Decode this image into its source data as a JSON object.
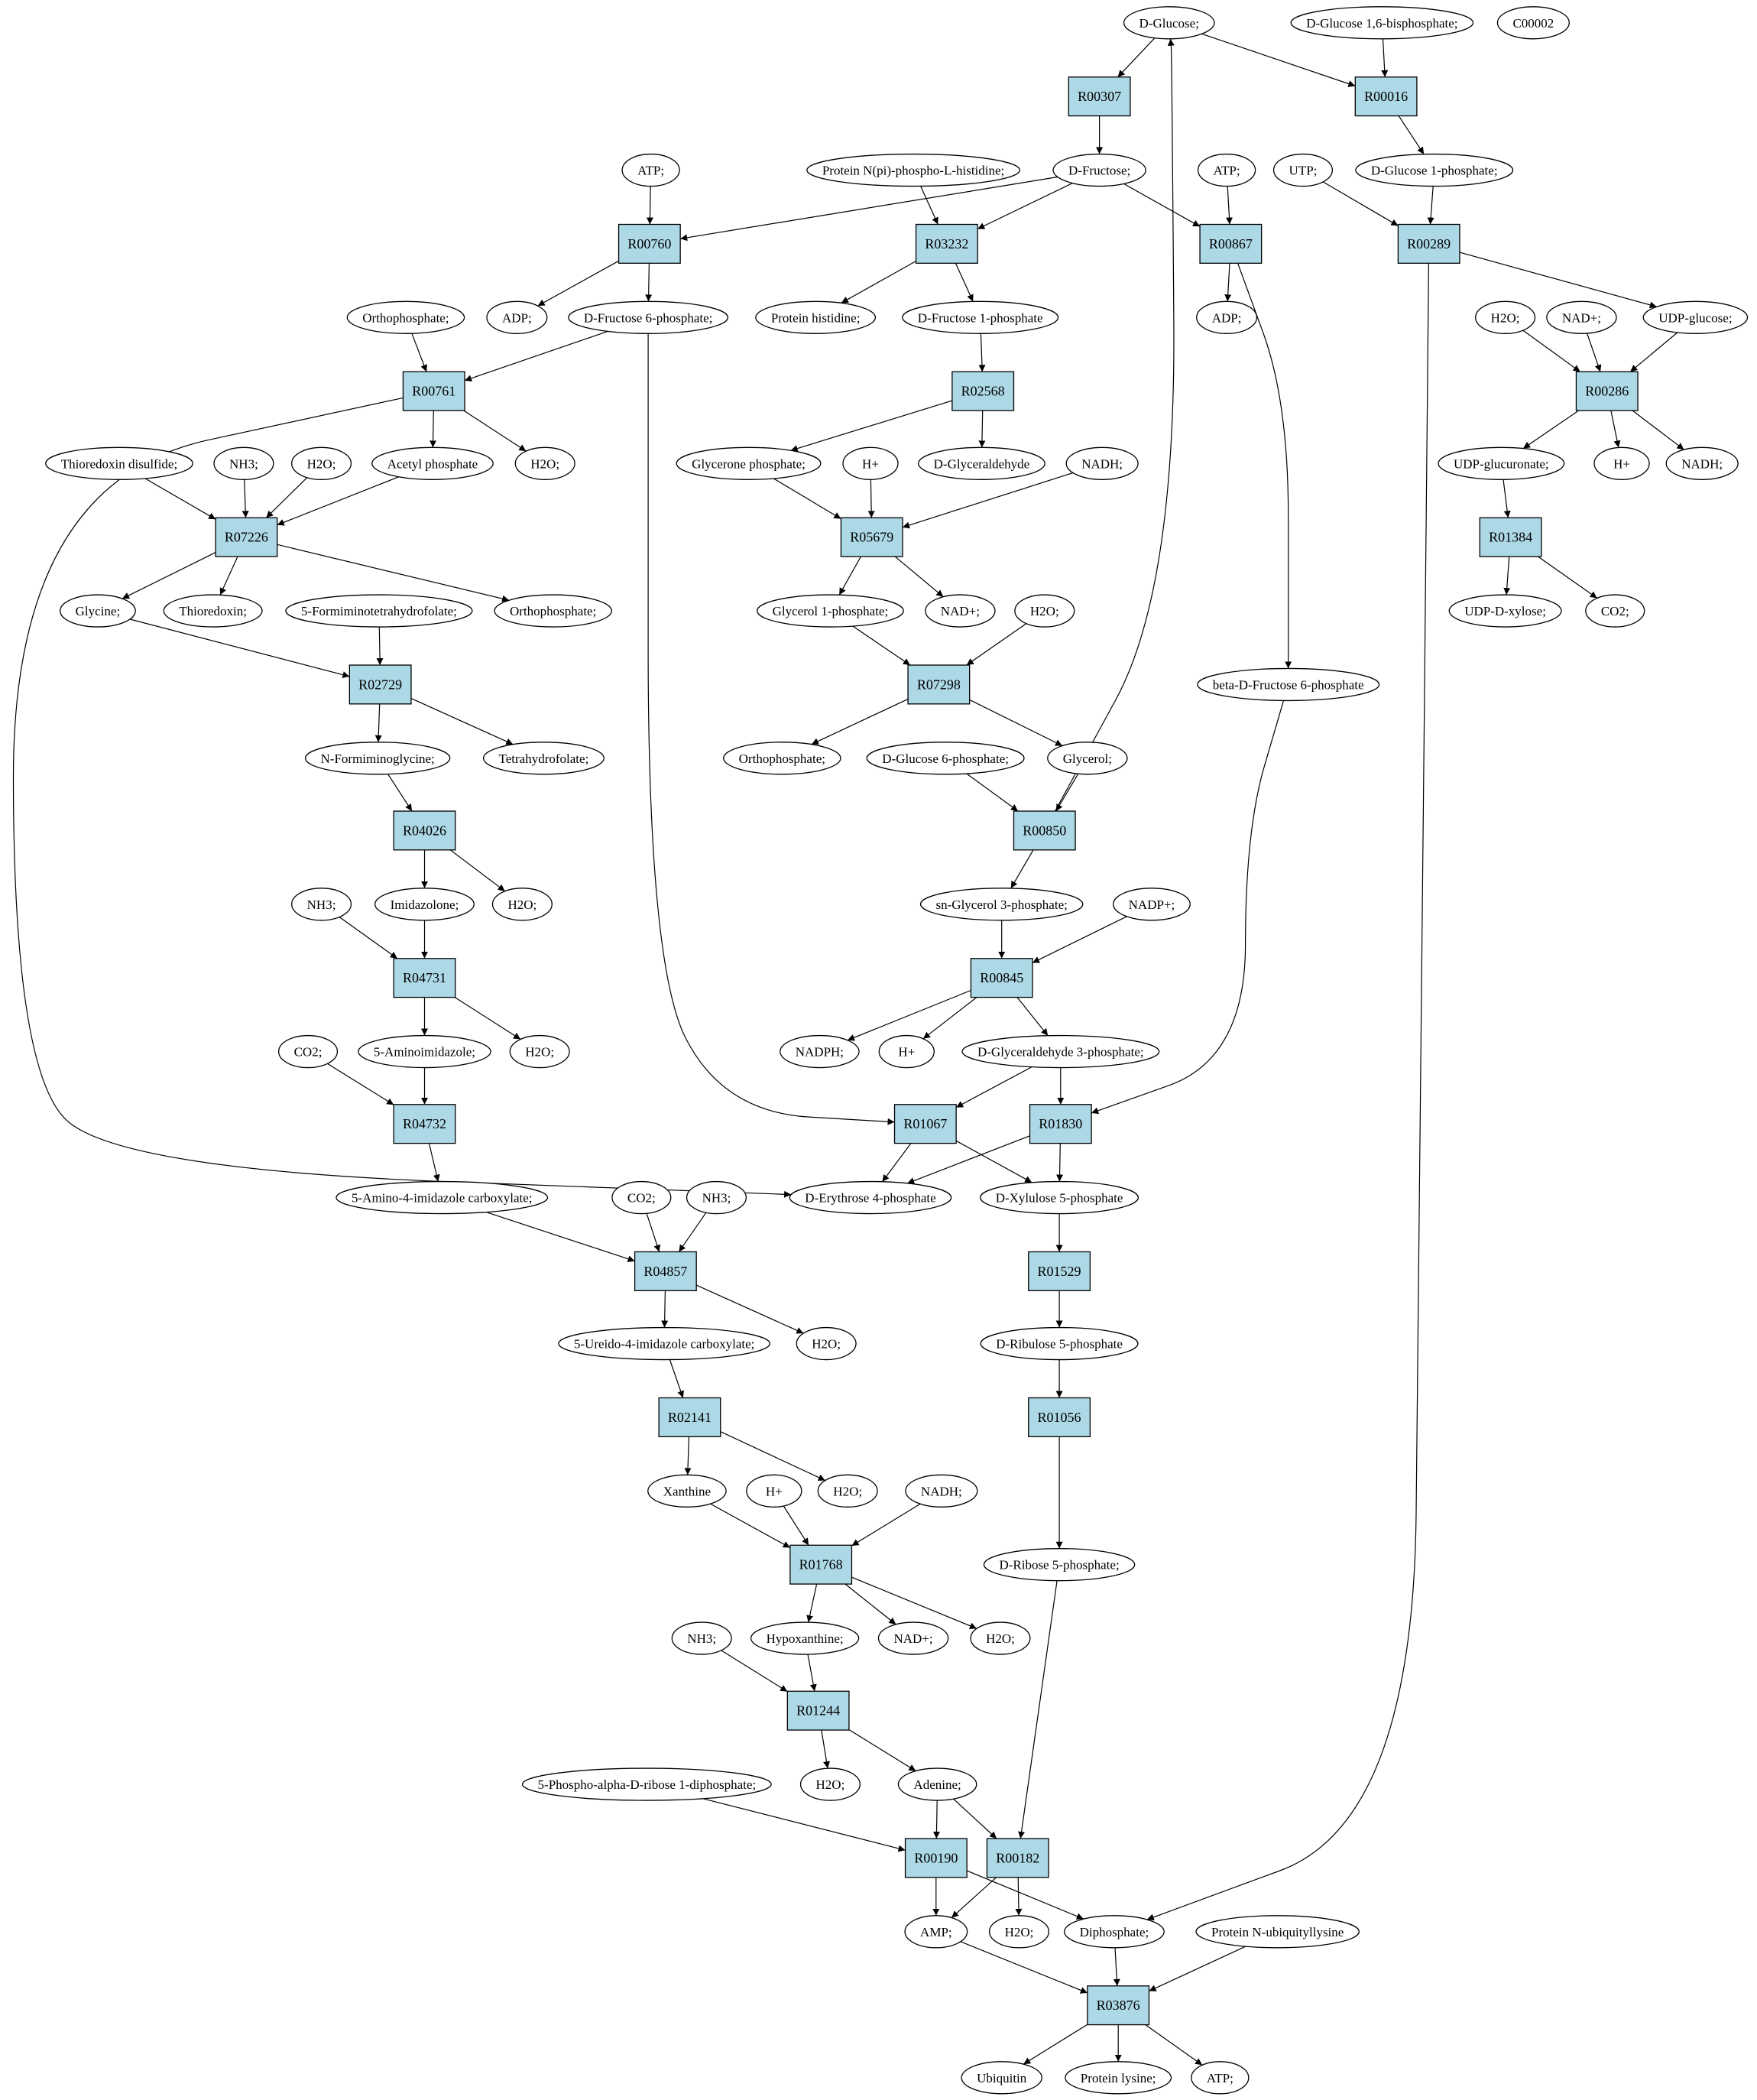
{
  "colors": {
    "reaction_fill": "#add8e6",
    "highlight_green": "#00ff00",
    "highlight_yellow": "#ffff00",
    "stroke": "#000000",
    "background": "#ffffff"
  },
  "metabolites": [
    {
      "id": "glc",
      "label": "D-Glucose;",
      "highlight": "green"
    },
    {
      "id": "g16bp",
      "label": "D-Glucose 1,6-bisphosphate;"
    },
    {
      "id": "c00002",
      "label": "C00002",
      "highlight": "yellow"
    },
    {
      "id": "atp1",
      "label": "ATP;"
    },
    {
      "id": "pnph",
      "label": "Protein N(pi)-phospho-L-histidine;"
    },
    {
      "id": "fru",
      "label": "D-Fructose;"
    },
    {
      "id": "atp2",
      "label": "ATP;"
    },
    {
      "id": "utp",
      "label": "UTP;"
    },
    {
      "id": "g1p",
      "label": "D-Glucose 1-phosphate;"
    },
    {
      "id": "adp1",
      "label": "ADP;"
    },
    {
      "id": "f6p",
      "label": "D-Fructose 6-phosphate;"
    },
    {
      "id": "phis",
      "label": "Protein histidine;"
    },
    {
      "id": "f1p",
      "label": "D-Fructose 1-phosphate"
    },
    {
      "id": "adp2",
      "label": "ADP;"
    },
    {
      "id": "pi1",
      "label": "Orthophosphate;"
    },
    {
      "id": "h2o_a",
      "label": "H2O;"
    },
    {
      "id": "nadp_a",
      "label": "NAD+;"
    },
    {
      "id": "udpg",
      "label": "UDP-glucose;"
    },
    {
      "id": "thiods",
      "label": "Thioredoxin disulfide;"
    },
    {
      "id": "nh3_1",
      "label": "NH3;"
    },
    {
      "id": "h2o_1",
      "label": "H2O;"
    },
    {
      "id": "acp",
      "label": "Acetyl phosphate"
    },
    {
      "id": "h2o_2",
      "label": "H2O;"
    },
    {
      "id": "dhap",
      "label": "Glycerone phosphate;"
    },
    {
      "id": "h_1",
      "label": "H+"
    },
    {
      "id": "gald",
      "label": "D-Glyceraldehyde"
    },
    {
      "id": "nadh_1",
      "label": "NADH;"
    },
    {
      "id": "udpgla",
      "label": "UDP-glucuronate;"
    },
    {
      "id": "h_2",
      "label": "H+"
    },
    {
      "id": "nadh_2",
      "label": "NADH;"
    },
    {
      "id": "gly",
      "label": "Glycine;"
    },
    {
      "id": "thio",
      "label": "Thioredoxin;"
    },
    {
      "id": "fthf",
      "label": "5-Formiminotetrahydrofolate;"
    },
    {
      "id": "pi2",
      "label": "Orthophosphate;"
    },
    {
      "id": "g1p_gol",
      "label": "Glycerol 1-phosphate;"
    },
    {
      "id": "nad_1",
      "label": "NAD+;"
    },
    {
      "id": "h2o_3",
      "label": "H2O;"
    },
    {
      "id": "udpxyl",
      "label": "UDP-D-xylose;"
    },
    {
      "id": "co2_1",
      "label": "CO2;"
    },
    {
      "id": "bf6p",
      "label": "beta-D-Fructose 6-phosphate"
    },
    {
      "id": "nfgly",
      "label": "N-Formiminoglycine;"
    },
    {
      "id": "thf",
      "label": "Tetrahydrofolate;"
    },
    {
      "id": "pi3",
      "label": "Orthophosphate;"
    },
    {
      "id": "g6p",
      "label": "D-Glucose 6-phosphate;"
    },
    {
      "id": "glyc",
      "label": "Glycerol;"
    },
    {
      "id": "nh3_2",
      "label": "NH3;"
    },
    {
      "id": "imid",
      "label": "Imidazolone;"
    },
    {
      "id": "h2o_4",
      "label": "H2O;"
    },
    {
      "id": "sng3p",
      "label": "sn-Glycerol 3-phosphate;"
    },
    {
      "id": "nadp_1",
      "label": "NADP+;"
    },
    {
      "id": "co2_2",
      "label": "CO2;"
    },
    {
      "id": "aimid",
      "label": "5-Aminoimidazole;"
    },
    {
      "id": "h2o_5",
      "label": "H2O;"
    },
    {
      "id": "nadph",
      "label": "NADPH;"
    },
    {
      "id": "h_3",
      "label": "H+"
    },
    {
      "id": "gap",
      "label": "D-Glyceraldehyde 3-phosphate;"
    },
    {
      "id": "aica",
      "label": "5-Amino-4-imidazole carboxylate;"
    },
    {
      "id": "e4p",
      "label": "D-Erythrose 4-phosphate"
    },
    {
      "id": "xu5p",
      "label": "D-Xylulose 5-phosphate"
    },
    {
      "id": "co2_3",
      "label": "CO2;"
    },
    {
      "id": "nh3_3",
      "label": "NH3;"
    },
    {
      "id": "uica",
      "label": "5-Ureido-4-imidazole carboxylate;"
    },
    {
      "id": "h2o_6",
      "label": "H2O;"
    },
    {
      "id": "ru5p",
      "label": "D-Ribulose 5-phosphate"
    },
    {
      "id": "xan",
      "label": "Xanthine"
    },
    {
      "id": "h_4",
      "label": "H+"
    },
    {
      "id": "h2o_7",
      "label": "H2O;"
    },
    {
      "id": "nadh_3",
      "label": "NADH;"
    },
    {
      "id": "r5p",
      "label": "D-Ribose 5-phosphate;"
    },
    {
      "id": "nh3_4",
      "label": "NH3;"
    },
    {
      "id": "hyp",
      "label": "Hypoxanthine;"
    },
    {
      "id": "nad_2",
      "label": "NAD+;"
    },
    {
      "id": "h2o_8",
      "label": "H2O;"
    },
    {
      "id": "prpp",
      "label": "5-Phospho-alpha-D-ribose 1-diphosphate;"
    },
    {
      "id": "h2o_9",
      "label": "H2O;"
    },
    {
      "id": "ade",
      "label": "Adenine;"
    },
    {
      "id": "amp",
      "label": "AMP;"
    },
    {
      "id": "h2o_10",
      "label": "H2O;"
    },
    {
      "id": "ppi",
      "label": "Diphosphate;"
    },
    {
      "id": "pnub",
      "label": "Protein N-ubiquityllysine"
    },
    {
      "id": "ubq",
      "label": "Ubiquitin"
    },
    {
      "id": "plys",
      "label": "Protein lysine;"
    },
    {
      "id": "atp3",
      "label": "ATP;"
    }
  ],
  "reactions": [
    {
      "id": "R00307",
      "label": "R00307"
    },
    {
      "id": "R00016",
      "label": "R00016"
    },
    {
      "id": "R00760",
      "label": "R00760"
    },
    {
      "id": "R03232",
      "label": "R03232"
    },
    {
      "id": "R00867",
      "label": "R00867"
    },
    {
      "id": "R00289",
      "label": "R00289"
    },
    {
      "id": "R00761",
      "label": "R00761"
    },
    {
      "id": "R02568",
      "label": "R02568"
    },
    {
      "id": "R00286",
      "label": "R00286"
    },
    {
      "id": "R07226",
      "label": "R07226"
    },
    {
      "id": "R05679",
      "label": "R05679"
    },
    {
      "id": "R01384",
      "label": "R01384"
    },
    {
      "id": "R02729",
      "label": "R02729"
    },
    {
      "id": "R07298",
      "label": "R07298"
    },
    {
      "id": "R04026",
      "label": "R04026"
    },
    {
      "id": "R00850",
      "label": "R00850"
    },
    {
      "id": "R04731",
      "label": "R04731"
    },
    {
      "id": "R00845",
      "label": "R00845"
    },
    {
      "id": "R04732",
      "label": "R04732"
    },
    {
      "id": "R01067",
      "label": "R01067"
    },
    {
      "id": "R01830",
      "label": "R01830"
    },
    {
      "id": "R04857",
      "label": "R04857"
    },
    {
      "id": "R01529",
      "label": "R01529"
    },
    {
      "id": "R02141",
      "label": "R02141"
    },
    {
      "id": "R01056",
      "label": "R01056"
    },
    {
      "id": "R01768",
      "label": "R01768"
    },
    {
      "id": "R01244",
      "label": "R01244"
    },
    {
      "id": "R00190",
      "label": "R00190"
    },
    {
      "id": "R00182",
      "label": "R00182"
    },
    {
      "id": "R03876",
      "label": "R03876"
    }
  ],
  "edges": [
    [
      "glc",
      "R00307"
    ],
    [
      "R00307",
      "fru"
    ],
    [
      "glc",
      "R00016"
    ],
    [
      "g16bp",
      "R00016"
    ],
    [
      "R00016",
      "g1p"
    ],
    [
      "atp1",
      "R00760"
    ],
    [
      "fru",
      "R00760"
    ],
    [
      "R00760",
      "adp1"
    ],
    [
      "R00760",
      "f6p"
    ],
    [
      "pnph",
      "R03232"
    ],
    [
      "fru",
      "R03232"
    ],
    [
      "R03232",
      "phis"
    ],
    [
      "R03232",
      "f1p"
    ],
    [
      "fru",
      "R00867"
    ],
    [
      "atp2",
      "R00867"
    ],
    [
      "R00867",
      "adp2"
    ],
    [
      "R00867",
      "bf6p"
    ],
    [
      "utp",
      "R00289"
    ],
    [
      "g1p",
      "R00289"
    ],
    [
      "R00289",
      "udpg"
    ],
    [
      "R00289",
      "ppi"
    ],
    [
      "pi1",
      "R00761"
    ],
    [
      "f6p",
      "R00761"
    ],
    [
      "R00761",
      "acp"
    ],
    [
      "R00761",
      "h2o_2"
    ],
    [
      "R00761",
      "e4p"
    ],
    [
      "f1p",
      "R02568"
    ],
    [
      "R02568",
      "dhap"
    ],
    [
      "R02568",
      "gald"
    ],
    [
      "h2o_a",
      "R00286"
    ],
    [
      "nadp_a",
      "R00286"
    ],
    [
      "udpg",
      "R00286"
    ],
    [
      "R00286",
      "udpgla"
    ],
    [
      "R00286",
      "h_2"
    ],
    [
      "R00286",
      "nadh_2"
    ],
    [
      "thiods",
      "R07226"
    ],
    [
      "nh3_1",
      "R07226"
    ],
    [
      "h2o_1",
      "R07226"
    ],
    [
      "acp",
      "R07226"
    ],
    [
      "R07226",
      "gly"
    ],
    [
      "R07226",
      "thio"
    ],
    [
      "R07226",
      "pi2"
    ],
    [
      "dhap",
      "R05679"
    ],
    [
      "h_1",
      "R05679"
    ],
    [
      "nadh_1",
      "R05679"
    ],
    [
      "R05679",
      "g1p_gol"
    ],
    [
      "R05679",
      "nad_1"
    ],
    [
      "udpgla",
      "R01384"
    ],
    [
      "R01384",
      "udpxyl"
    ],
    [
      "R01384",
      "co2_1"
    ],
    [
      "gly",
      "R02729"
    ],
    [
      "fthf",
      "R02729"
    ],
    [
      "R02729",
      "nfgly"
    ],
    [
      "R02729",
      "thf"
    ],
    [
      "g1p_gol",
      "R07298"
    ],
    [
      "h2o_3",
      "R07298"
    ],
    [
      "R07298",
      "pi3"
    ],
    [
      "R07298",
      "glyc"
    ],
    [
      "nfgly",
      "R04026"
    ],
    [
      "R04026",
      "imid"
    ],
    [
      "R04026",
      "h2o_4"
    ],
    [
      "g6p",
      "R00850"
    ],
    [
      "glyc",
      "R00850"
    ],
    [
      "R00850",
      "glc"
    ],
    [
      "R00850",
      "sng3p"
    ],
    [
      "nh3_2",
      "R04731"
    ],
    [
      "imid",
      "R04731"
    ],
    [
      "R04731",
      "aimid"
    ],
    [
      "R04731",
      "h2o_5"
    ],
    [
      "sng3p",
      "R00845"
    ],
    [
      "nadp_1",
      "R00845"
    ],
    [
      "R00845",
      "nadph"
    ],
    [
      "R00845",
      "h_3"
    ],
    [
      "R00845",
      "gap"
    ],
    [
      "co2_2",
      "R04732"
    ],
    [
      "aimid",
      "R04732"
    ],
    [
      "R04732",
      "aica"
    ],
    [
      "f6p",
      "R01067"
    ],
    [
      "gap",
      "R01067"
    ],
    [
      "R01067",
      "e4p"
    ],
    [
      "R01067",
      "xu5p"
    ],
    [
      "gap",
      "R01830"
    ],
    [
      "bf6p",
      "R01830"
    ],
    [
      "R01830",
      "e4p"
    ],
    [
      "R01830",
      "xu5p"
    ],
    [
      "aica",
      "R04857"
    ],
    [
      "co2_3",
      "R04857"
    ],
    [
      "nh3_3",
      "R04857"
    ],
    [
      "R04857",
      "uica"
    ],
    [
      "R04857",
      "h2o_6"
    ],
    [
      "xu5p",
      "R01529"
    ],
    [
      "R01529",
      "ru5p"
    ],
    [
      "uica",
      "R02141"
    ],
    [
      "R02141",
      "xan"
    ],
    [
      "R02141",
      "h2o_7"
    ],
    [
      "ru5p",
      "R01056"
    ],
    [
      "R01056",
      "r5p"
    ],
    [
      "xan",
      "R01768"
    ],
    [
      "h_4",
      "R01768"
    ],
    [
      "nadh_3",
      "R01768"
    ],
    [
      "R01768",
      "hyp"
    ],
    [
      "R01768",
      "nad_2"
    ],
    [
      "R01768",
      "h2o_8"
    ],
    [
      "nh3_4",
      "R01244"
    ],
    [
      "hyp",
      "R01244"
    ],
    [
      "R01244",
      "h2o_9"
    ],
    [
      "R01244",
      "ade"
    ],
    [
      "prpp",
      "R00190"
    ],
    [
      "ade",
      "R00190"
    ],
    [
      "R00190",
      "amp"
    ],
    [
      "R00190",
      "ppi"
    ],
    [
      "ade",
      "R00182"
    ],
    [
      "r5p",
      "R00182"
    ],
    [
      "R00182",
      "amp"
    ],
    [
      "R00182",
      "h2o_10"
    ],
    [
      "amp",
      "R03876"
    ],
    [
      "ppi",
      "R03876"
    ],
    [
      "pnub",
      "R03876"
    ],
    [
      "R03876",
      "ubq"
    ],
    [
      "R03876",
      "plys"
    ],
    [
      "R03876",
      "atp3"
    ]
  ]
}
